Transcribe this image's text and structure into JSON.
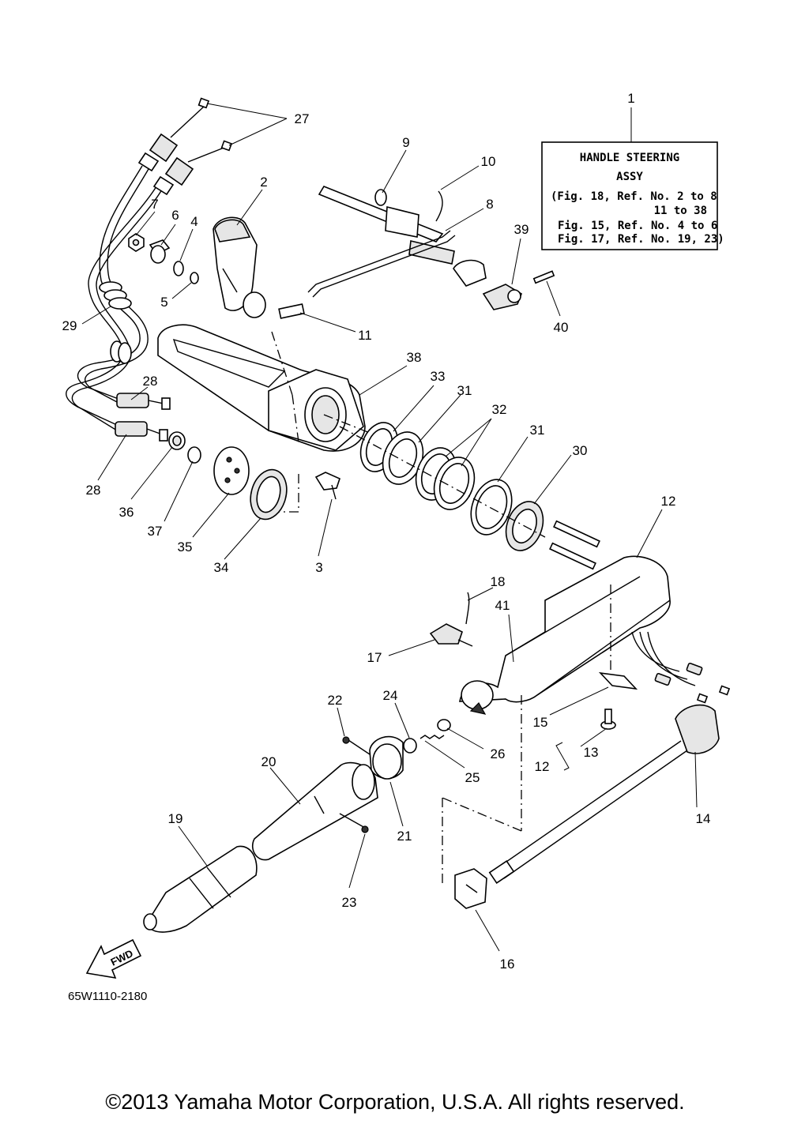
{
  "callouts": [
    {
      "id": "1",
      "text": "1"
    },
    {
      "id": "2",
      "text": "2"
    },
    {
      "id": "3",
      "text": "3"
    },
    {
      "id": "4",
      "text": "4"
    },
    {
      "id": "5",
      "text": "5"
    },
    {
      "id": "6",
      "text": "6"
    },
    {
      "id": "7",
      "text": "7"
    },
    {
      "id": "8",
      "text": "8"
    },
    {
      "id": "9",
      "text": "9"
    },
    {
      "id": "10",
      "text": "10"
    },
    {
      "id": "11",
      "text": "11"
    },
    {
      "id": "12a",
      "text": "12"
    },
    {
      "id": "12b",
      "text": "12"
    },
    {
      "id": "13",
      "text": "13"
    },
    {
      "id": "14",
      "text": "14"
    },
    {
      "id": "15",
      "text": "15"
    },
    {
      "id": "16",
      "text": "16"
    },
    {
      "id": "17",
      "text": "17"
    },
    {
      "id": "18",
      "text": "18"
    },
    {
      "id": "19",
      "text": "19"
    },
    {
      "id": "20",
      "text": "20"
    },
    {
      "id": "21",
      "text": "21"
    },
    {
      "id": "22",
      "text": "22"
    },
    {
      "id": "23",
      "text": "23"
    },
    {
      "id": "24",
      "text": "24"
    },
    {
      "id": "25",
      "text": "25"
    },
    {
      "id": "26",
      "text": "26"
    },
    {
      "id": "27",
      "text": "27"
    },
    {
      "id": "28a",
      "text": "28"
    },
    {
      "id": "28b",
      "text": "28"
    },
    {
      "id": "29",
      "text": "29"
    },
    {
      "id": "30",
      "text": "30"
    },
    {
      "id": "31a",
      "text": "31"
    },
    {
      "id": "31b",
      "text": "31"
    },
    {
      "id": "32",
      "text": "32"
    },
    {
      "id": "33",
      "text": "33"
    },
    {
      "id": "34",
      "text": "34"
    },
    {
      "id": "35",
      "text": "35"
    },
    {
      "id": "36",
      "text": "36"
    },
    {
      "id": "37",
      "text": "37"
    },
    {
      "id": "38",
      "text": "38"
    },
    {
      "id": "39",
      "text": "39"
    },
    {
      "id": "40",
      "text": "40"
    },
    {
      "id": "41",
      "text": "41"
    }
  ],
  "assy_box": {
    "line1": "HANDLE STEERING",
    "line2": "ASSY",
    "line3": "(Fig. 18, Ref. No. 2 to 8",
    "line4": "11 to 38",
    "line5": "Fig. 15, Ref. No. 4 to 6",
    "line6": "Fig. 17, Ref. No. 19, 23)"
  },
  "fwd_label": "FWD",
  "diagram_code": "65W1110-2180",
  "copyright": "©2013 Yamaha Motor Corporation, U.S.A. All rights reserved."
}
